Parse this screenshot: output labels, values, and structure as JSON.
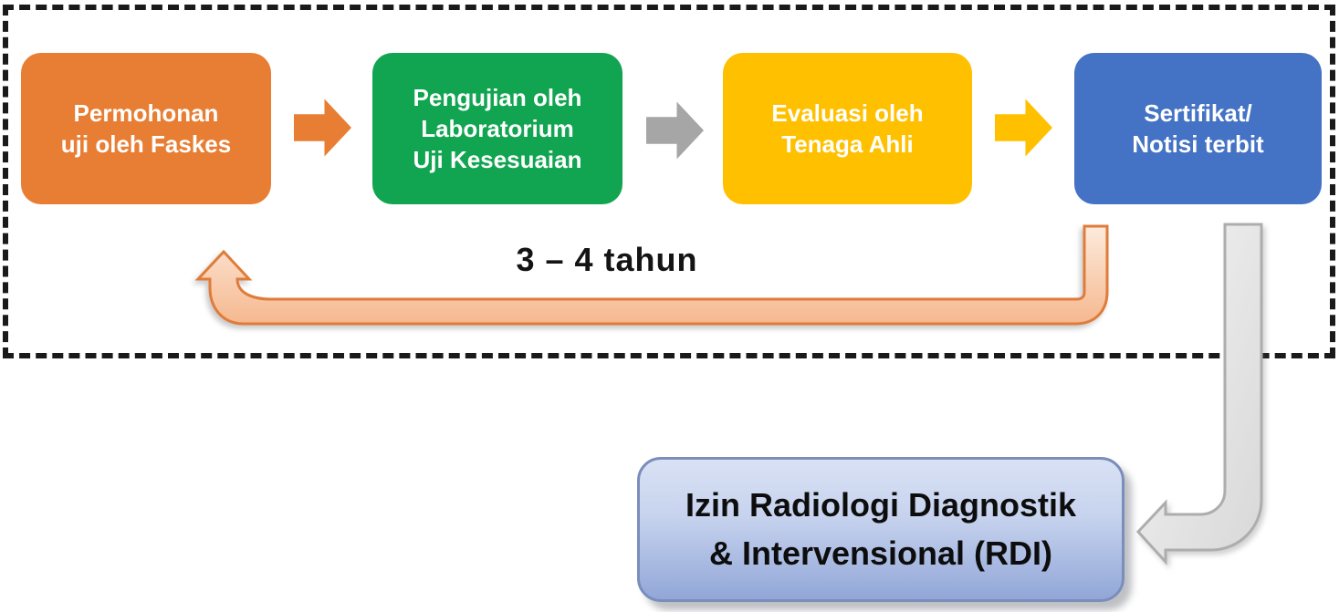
{
  "frame": {
    "dash_color": "#1a1a1a"
  },
  "colors": {
    "step_orange": "#E87E33",
    "step_green": "#12A551",
    "step_yellow": "#FFC000",
    "step_blue": "#4472C4",
    "forward_gray": "#A6A6A6",
    "return_arrow_stroke": "#E07C3A",
    "return_fill_top": "#FDEADC",
    "return_fill_bottom": "#F5B88F",
    "gray_elbow_stroke": "#ADADAD",
    "gray_elbow_fill_top": "#F4F4F4",
    "gray_elbow_fill_bottom": "#D8D8D8",
    "result_border": "#7a8dbb",
    "result_bg_css": "linear-gradient(180deg, #D9E1F4 0%, #C7D3EE 40%, #92A7D8 100%)"
  },
  "process": {
    "steps": [
      {
        "id": "permohonan",
        "color": "#E87E33",
        "lines": [
          "Permohonan",
          "uji oleh Faskes"
        ]
      },
      {
        "id": "pengujian",
        "color": "#12A551",
        "lines": [
          "Pengujian oleh",
          "Laboratorium",
          "Uji Kesesuaian"
        ]
      },
      {
        "id": "evaluasi",
        "color": "#FFC000",
        "lines": [
          "Evaluasi oleh",
          "Tenaga Ahli"
        ]
      },
      {
        "id": "sertifikat",
        "color": "#4472C4",
        "lines": [
          "Sertifikat/",
          "Notisi terbit"
        ]
      }
    ],
    "forward_arrow_colors": [
      "#E87E33",
      "#A6A6A6",
      "#FFC000"
    ],
    "cycle_label": "3 – 4 tahun"
  },
  "result": {
    "lines": [
      "Izin Radiologi Diagnostik",
      "& Intervensional (RDI)"
    ]
  }
}
